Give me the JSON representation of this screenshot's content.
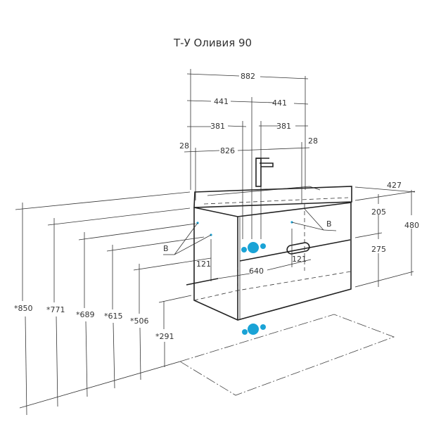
{
  "title": "Т-У Оливия 90",
  "colors": {
    "line": "#333333",
    "connection": "#1aa3d6"
  },
  "dimensions": {
    "total_width": "882",
    "half_left": "441",
    "half_right": "441",
    "offset_left": "381",
    "offset_right": "381",
    "edge_left": "28",
    "edge_right": "28",
    "inner_width": "826",
    "depth": "427",
    "top_drawer": "205",
    "bottom_drawer": "275",
    "height": "480",
    "mount_span": "640",
    "mount_left": "121",
    "mount_right": "121"
  },
  "markers": {
    "left": "B",
    "right": "B"
  },
  "heights": [
    "*850",
    "*771",
    "*689",
    "*615",
    "*506",
    "*291"
  ]
}
